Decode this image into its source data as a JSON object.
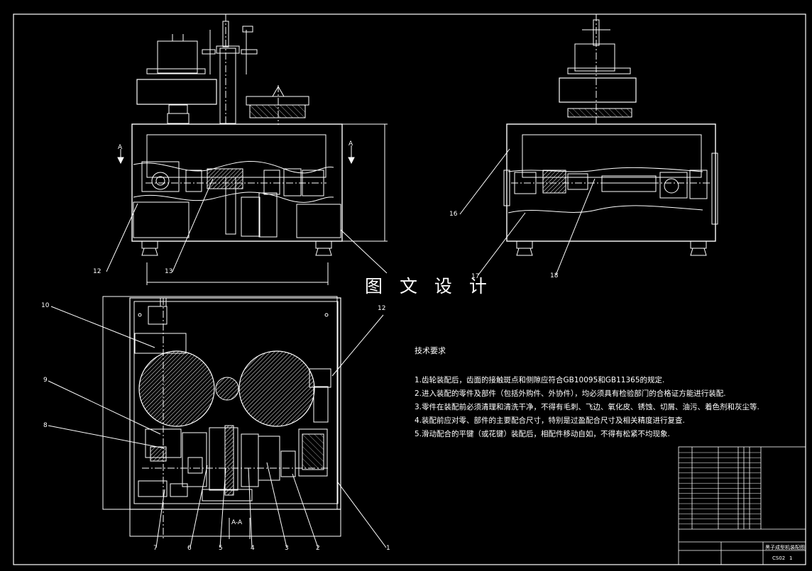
{
  "watermark": "图 文 设 计",
  "technical_requirements": {
    "title": "技术要求",
    "items": [
      "1.齿轮装配后，齿面的接触斑点和侧隙应符合GB10095和GB11365的规定.",
      "2.进入装配的零件及部件（包括外购件、外协件），均必须具有检验部门的合格证方能进行装配.",
      "3.零件在装配前必须清理和清洗干净，不得有毛刺、飞边、氧化皮、锈蚀、切屑、油污、着色剂和灰尘等.",
      "4.装配前应对零、部件的主要配合尺寸，特别是过盈配合尺寸及相关精度进行复查.",
      "5.滑动配合的平键（或花键）装配后，相配件移动自如，不得有松紧不均现象."
    ]
  },
  "section_labels": {
    "front_left": "A",
    "front_right": "A",
    "plan": "A-A"
  },
  "callouts": {
    "c1": "1",
    "c2": "2",
    "c3": "3",
    "c4": "4",
    "c5": "5",
    "c6": "6",
    "c7": "7",
    "c8": "8",
    "c9": "9",
    "c10": "10",
    "c12_left": "12",
    "c12_plan": "12",
    "c13": "13",
    "c16": "16",
    "c17": "17",
    "c18": "18"
  },
  "title_block": {
    "drawing_name": "黑子成型机装配图",
    "drawing_no": "CS02",
    "sheet": "1"
  },
  "colors": {
    "line": "#ffffff",
    "background": "#000000"
  }
}
